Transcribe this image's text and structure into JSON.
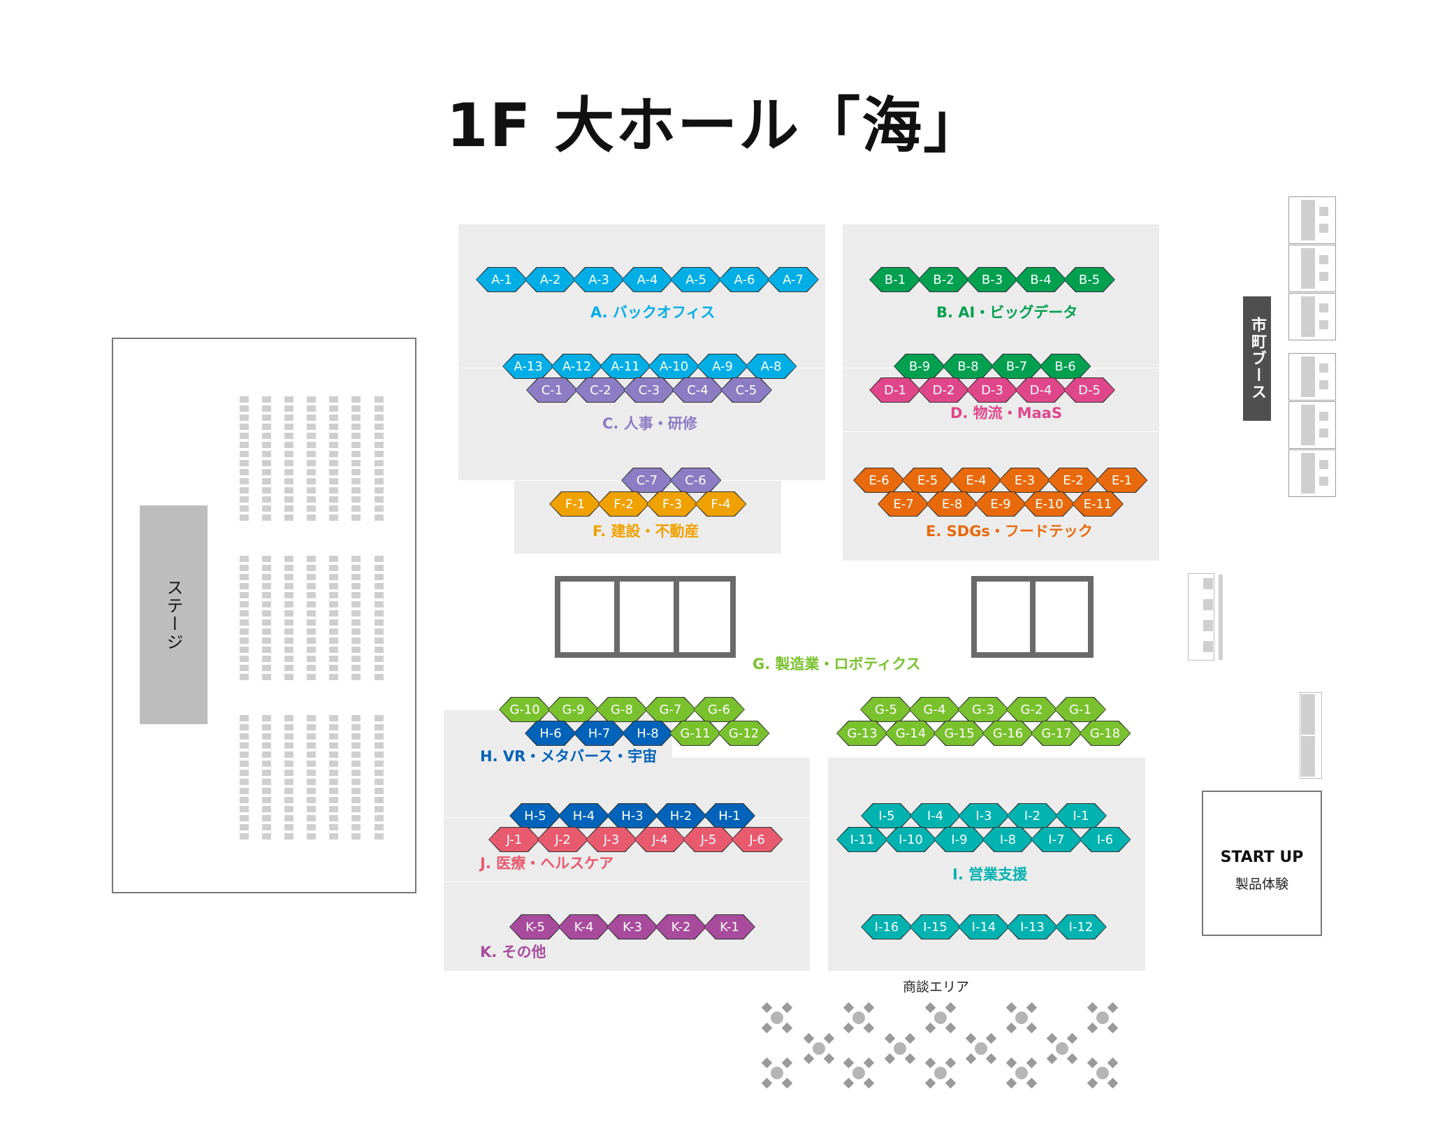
{
  "title": "1F 大ホール「海」",
  "stage": {
    "label": "ステージ"
  },
  "city_booth": {
    "label": "市町ブース"
  },
  "startup": {
    "title": "START UP",
    "subtitle": "製品体験"
  },
  "meeting_area": {
    "label": "商談エリア"
  },
  "colors": {
    "A": "#00aee6",
    "B": "#00a050",
    "C": "#8b7cc3",
    "D": "#e0468a",
    "E": "#e86a0c",
    "F": "#efa100",
    "G": "#79c12d",
    "H": "#0062b8",
    "I": "#00b2b0",
    "J": "#e85a6e",
    "K": "#a84b9c",
    "zone_bg": "#ececec"
  },
  "categories": {
    "A": "A. バックオフィス",
    "B": "B. AI・ビッグデータ",
    "C": "C. 人事・研修",
    "D": "D. 物流・MaaS",
    "E": "E. SDGs・フードテック",
    "F": "F. 建設・不動産",
    "G": "G. 製造業・ロボティクス",
    "H": "H. VR・メタバース・宇宙",
    "I": "I. 営業支援",
    "J": "J. 医療・ヘルスケア",
    "K": "K. その他"
  },
  "booth_rows": [
    {
      "cat": "A",
      "labels": [
        "A-1",
        "A-2",
        "A-3",
        "A-4",
        "A-5",
        "A-6",
        "A-7"
      ]
    },
    {
      "cat": "A",
      "labels": [
        "A-13",
        "A-12",
        "A-11",
        "A-10",
        "A-9",
        "A-8"
      ]
    },
    {
      "cat": "C",
      "labels": [
        "C-1",
        "C-2",
        "C-3",
        "C-4",
        "C-5"
      ]
    },
    {
      "cat": "C",
      "labels": [
        "C-7",
        "C-6"
      ]
    },
    {
      "cat": "F",
      "labels": [
        "F-1",
        "F-2",
        "F-3",
        "F-4"
      ]
    },
    {
      "cat": "B",
      "labels": [
        "B-1",
        "B-2",
        "B-3",
        "B-4",
        "B-5"
      ]
    },
    {
      "cat": "B",
      "labels": [
        "B-9",
        "B-8",
        "B-7",
        "B-6"
      ]
    },
    {
      "cat": "D",
      "labels": [
        "D-1",
        "D-2",
        "D-3",
        "D-4",
        "D-5"
      ]
    },
    {
      "cat": "E",
      "labels": [
        "E-6",
        "E-5",
        "E-4",
        "E-3",
        "E-2",
        "E-1"
      ]
    },
    {
      "cat": "E",
      "labels": [
        "E-7",
        "E-8",
        "E-9",
        "E-10",
        "E-11"
      ]
    },
    {
      "cat": "G",
      "labels": [
        "G-10",
        "G-9",
        "G-8",
        "G-7",
        "G-6"
      ]
    },
    {
      "cat": "H",
      "labels": [
        "H-6",
        "H-7",
        "H-8"
      ]
    },
    {
      "cat": "G",
      "labels": [
        "G-11",
        "G-12"
      ]
    },
    {
      "cat": "G",
      "labels": [
        "G-5",
        "G-4",
        "G-3",
        "G-2",
        "G-1"
      ]
    },
    {
      "cat": "G",
      "labels": [
        "G-13",
        "G-14",
        "G-15",
        "G-16",
        "G-17",
        "G-18"
      ]
    },
    {
      "cat": "H",
      "labels": [
        "H-5",
        "H-4",
        "H-3",
        "H-2",
        "H-1"
      ]
    },
    {
      "cat": "J",
      "labels": [
        "J-1",
        "J-2",
        "J-3",
        "J-4",
        "J-5",
        "J-6"
      ]
    },
    {
      "cat": "K",
      "labels": [
        "K-5",
        "K-4",
        "K-3",
        "K-2",
        "K-1"
      ]
    },
    {
      "cat": "I",
      "labels": [
        "I-5",
        "I-4",
        "I-3",
        "I-2",
        "I-1"
      ]
    },
    {
      "cat": "I",
      "labels": [
        "I-11",
        "I-10",
        "I-9",
        "I-8",
        "I-7",
        "I-6"
      ]
    },
    {
      "cat": "I",
      "labels": [
        "I-16",
        "I-15",
        "I-14",
        "I-13",
        "I-12"
      ]
    }
  ]
}
